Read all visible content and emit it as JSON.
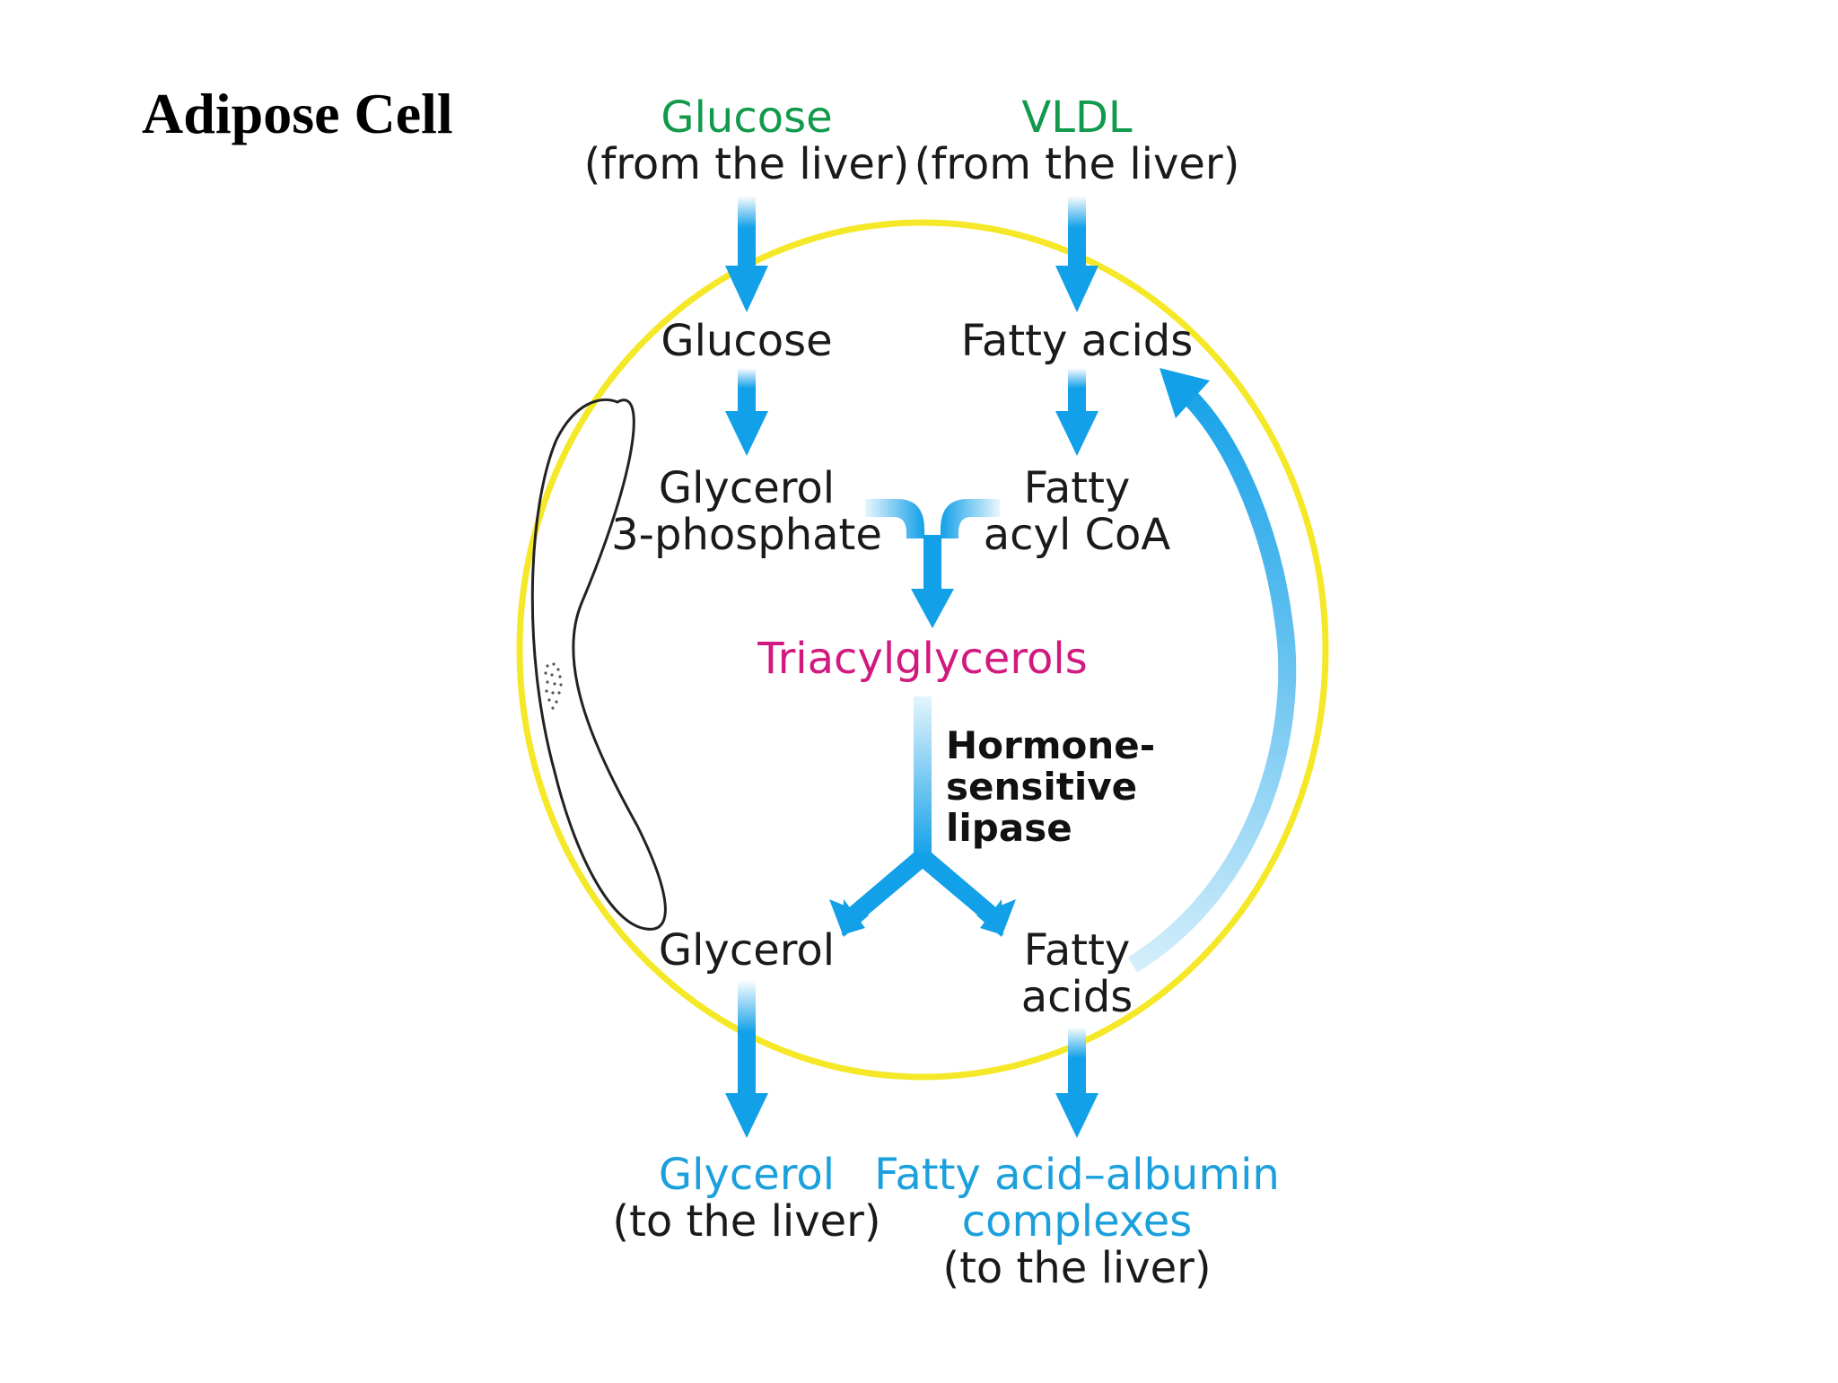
{
  "title": "Adipose Cell",
  "inputs": {
    "glucose": {
      "name": "Glucose",
      "source": "(from the liver)"
    },
    "vldl": {
      "name": "VLDL",
      "source": "(from the liver)"
    }
  },
  "intermediates": {
    "glucose": "Glucose",
    "fatty_acids_in": "Fatty acids",
    "glycerol_3_phosphate": [
      "Glycerol",
      "3-phosphate"
    ],
    "fatty_acyl_coa": [
      "Fatty",
      "acyl CoA"
    ],
    "triacylglycerols": "Triacylglycerols",
    "enzyme": [
      "Hormone-",
      "sensitive",
      "lipase"
    ],
    "glycerol": "Glycerol",
    "fatty_acids_out": [
      "Fatty",
      "acids"
    ]
  },
  "outputs": {
    "glycerol": {
      "name": "Glycerol",
      "destination": "(to the liver)"
    },
    "fatty_acid_albumin": {
      "name": [
        "Fatty acid–albumin",
        "complexes"
      ],
      "destination": "(to the liver)"
    }
  },
  "colors": {
    "membrane": "#f5e829",
    "arrow": "#12a0e8",
    "arrow_light": "#bfe6f8",
    "input_label": "#119a4c",
    "product_label": "#d1197f",
    "output_label": "#1ba0dc"
  }
}
